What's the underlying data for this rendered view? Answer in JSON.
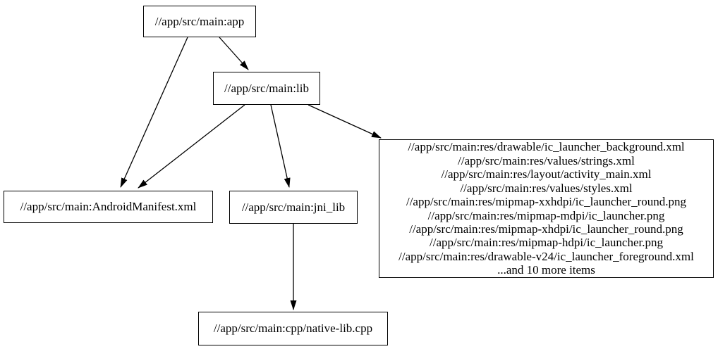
{
  "diagram": {
    "type": "dependency-graph",
    "background_color": "#ffffff",
    "node_border_color": "#000000",
    "edge_color": "#000000",
    "text_color": "#000000"
  },
  "nodes": {
    "app": {
      "label": "//app/src/main:app"
    },
    "lib": {
      "label": "//app/src/main:lib"
    },
    "manifest": {
      "label": "//app/src/main:AndroidManifest.xml"
    },
    "jni_lib": {
      "label": "//app/src/main:jni_lib"
    },
    "res": {
      "lines": [
        "//app/src/main:res/drawable/ic_launcher_background.xml",
        "//app/src/main:res/values/strings.xml",
        "//app/src/main:res/layout/activity_main.xml",
        "//app/src/main:res/values/styles.xml",
        "//app/src/main:res/mipmap-xxhdpi/ic_launcher_round.png",
        "//app/src/main:res/mipmap-mdpi/ic_launcher.png",
        "//app/src/main:res/mipmap-xhdpi/ic_launcher_round.png",
        "//app/src/main:res/mipmap-hdpi/ic_launcher.png",
        "//app/src/main:res/drawable-v24/ic_launcher_foreground.xml",
        "...and 10 more items"
      ]
    },
    "native_lib": {
      "label": "//app/src/main:cpp/native-lib.cpp"
    }
  },
  "edges": [
    {
      "from": "app",
      "to": "manifest"
    },
    {
      "from": "app",
      "to": "lib"
    },
    {
      "from": "lib",
      "to": "manifest"
    },
    {
      "from": "lib",
      "to": "jni_lib"
    },
    {
      "from": "lib",
      "to": "res"
    },
    {
      "from": "jni_lib",
      "to": "native_lib"
    }
  ]
}
